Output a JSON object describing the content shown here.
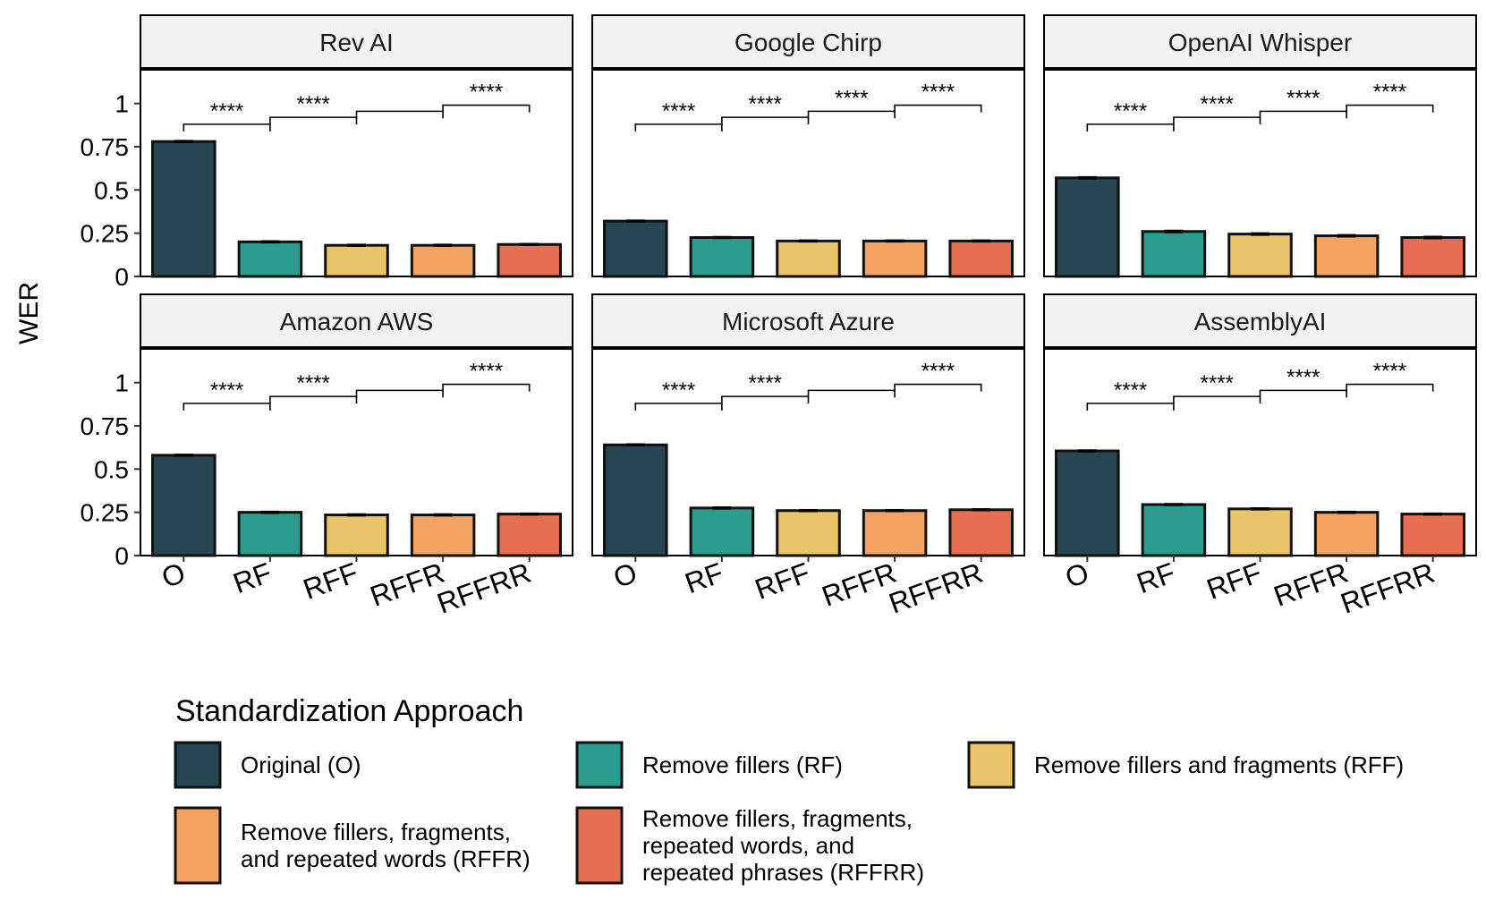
{
  "chart_data": {
    "type": "bar",
    "ylabel": "WER",
    "ylim": [
      0,
      1.2
    ],
    "yticks": [
      0,
      0.25,
      0.5,
      0.75,
      1
    ],
    "ytick_labels": [
      "0",
      "0.25",
      "0.5",
      "0.75",
      "1"
    ],
    "categories": [
      "O",
      "RF",
      "RFF",
      "RFFR",
      "RFFRR"
    ],
    "colors": [
      "#264653",
      "#2A9D8F",
      "#E9C46A",
      "#F4A261",
      "#E76F51"
    ],
    "facets": [
      {
        "title": "Rev AI",
        "values": [
          0.78,
          0.2,
          0.18,
          0.18,
          0.185
        ],
        "errors": [
          0.004,
          0.004,
          0.004,
          0.004,
          0.004
        ],
        "significance": [
          {
            "from": "O",
            "to": "RF",
            "y": 0.88,
            "label": "****"
          },
          {
            "from": "RF",
            "to": "RFF",
            "y": 0.92,
            "label": "****"
          },
          {
            "from": "RFF",
            "to": "RFFR",
            "y": 0.955,
            "label": ""
          },
          {
            "from": "RFFR",
            "to": "RFFRR",
            "y": 0.99,
            "label": "****"
          }
        ]
      },
      {
        "title": "Google Chirp",
        "values": [
          0.32,
          0.225,
          0.205,
          0.205,
          0.205
        ],
        "errors": [
          0.004,
          0.004,
          0.004,
          0.004,
          0.004
        ],
        "significance": [
          {
            "from": "O",
            "to": "RF",
            "y": 0.88,
            "label": "****"
          },
          {
            "from": "RF",
            "to": "RFF",
            "y": 0.92,
            "label": "****"
          },
          {
            "from": "RFF",
            "to": "RFFR",
            "y": 0.955,
            "label": "****"
          },
          {
            "from": "RFFR",
            "to": "RFFRR",
            "y": 0.99,
            "label": "****"
          }
        ]
      },
      {
        "title": "OpenAI Whisper",
        "values": [
          0.57,
          0.26,
          0.245,
          0.235,
          0.225
        ],
        "errors": [
          0.005,
          0.005,
          0.005,
          0.005,
          0.005
        ],
        "significance": [
          {
            "from": "O",
            "to": "RF",
            "y": 0.88,
            "label": "****"
          },
          {
            "from": "RF",
            "to": "RFF",
            "y": 0.92,
            "label": "****"
          },
          {
            "from": "RFF",
            "to": "RFFR",
            "y": 0.955,
            "label": "****"
          },
          {
            "from": "RFFR",
            "to": "RFFRR",
            "y": 0.99,
            "label": "****"
          }
        ]
      },
      {
        "title": "Amazon AWS",
        "values": [
          0.58,
          0.25,
          0.235,
          0.235,
          0.24
        ],
        "errors": [
          0.004,
          0.004,
          0.004,
          0.004,
          0.004
        ],
        "significance": [
          {
            "from": "O",
            "to": "RF",
            "y": 0.88,
            "label": "****"
          },
          {
            "from": "RF",
            "to": "RFF",
            "y": 0.92,
            "label": "****"
          },
          {
            "from": "RFF",
            "to": "RFFR",
            "y": 0.955,
            "label": ""
          },
          {
            "from": "RFFR",
            "to": "RFFRR",
            "y": 0.99,
            "label": "****"
          }
        ]
      },
      {
        "title": "Microsoft Azure",
        "values": [
          0.64,
          0.275,
          0.26,
          0.26,
          0.265
        ],
        "errors": [
          0.004,
          0.004,
          0.004,
          0.004,
          0.004
        ],
        "significance": [
          {
            "from": "O",
            "to": "RF",
            "y": 0.88,
            "label": "****"
          },
          {
            "from": "RF",
            "to": "RFF",
            "y": 0.92,
            "label": "****"
          },
          {
            "from": "RFF",
            "to": "RFFR",
            "y": 0.955,
            "label": ""
          },
          {
            "from": "RFFR",
            "to": "RFFRR",
            "y": 0.99,
            "label": "****"
          }
        ]
      },
      {
        "title": "AssemblyAI",
        "values": [
          0.605,
          0.295,
          0.27,
          0.25,
          0.24
        ],
        "errors": [
          0.004,
          0.004,
          0.004,
          0.004,
          0.004
        ],
        "significance": [
          {
            "from": "O",
            "to": "RF",
            "y": 0.88,
            "label": "****"
          },
          {
            "from": "RF",
            "to": "RFF",
            "y": 0.92,
            "label": "****"
          },
          {
            "from": "RFF",
            "to": "RFFR",
            "y": 0.955,
            "label": "****"
          },
          {
            "from": "RFFR",
            "to": "RFFRR",
            "y": 0.99,
            "label": "****"
          }
        ]
      }
    ],
    "legend": {
      "title": "Standardization Approach",
      "placement": "bottom",
      "items": [
        {
          "lines": [
            "Original (O)"
          ]
        },
        {
          "lines": [
            "Remove fillers (RF)"
          ]
        },
        {
          "lines": [
            "Remove fillers and fragments (RFF)"
          ]
        },
        {
          "lines": [
            "Remove fillers, fragments,",
            "and repeated words (RFFR)"
          ]
        },
        {
          "lines": [
            "Remove fillers, fragments,",
            "repeated words, and",
            "repeated phrases (RFFRR)"
          ]
        }
      ]
    }
  }
}
